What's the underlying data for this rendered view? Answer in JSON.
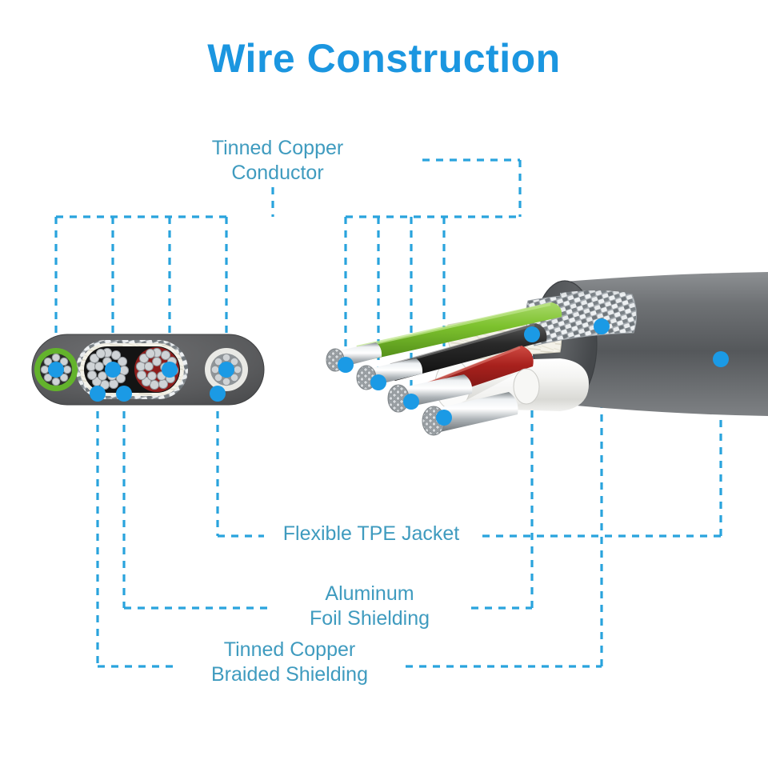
{
  "title": "Wire Construction",
  "theme": {
    "title_color": "#1b96e0",
    "label_color": "#3f9bbf",
    "leader_color": "#29a3dd",
    "marker_color": "#1b9ae5",
    "background": "#ffffff"
  },
  "labels": {
    "conductor": "Tinned Copper\nConductor",
    "tpe_jacket": "Flexible TPE Jacket",
    "foil_shielding": "Aluminum\nFoil Shielding",
    "braid_shielding": "Tinned Copper\nBraided Shielding"
  },
  "callouts": [
    {
      "name": "tinned-copper-conductor",
      "text": "Tinned Copper Conductor",
      "targets": 8
    },
    {
      "name": "flexible-tpe-jacket",
      "text": "Flexible TPE Jacket",
      "targets": 2
    },
    {
      "name": "aluminum-foil-shielding",
      "text": "Aluminum Foil Shielding",
      "targets": 2
    },
    {
      "name": "tinned-copper-braided-shielding",
      "text": "Tinned Copper Braided Shielding",
      "targets": 2
    }
  ],
  "cross_section": {
    "name": "cable-cross-section",
    "jacket_color": "#59595b",
    "wires": [
      {
        "name": "green-wire",
        "insulation": "#6cbb3c",
        "core": "tinned-copper-strands"
      },
      {
        "name": "black-wire",
        "insulation": "#1c1c1c",
        "core": "tinned-copper-strands"
      },
      {
        "name": "red-wire",
        "insulation": "#9e1f22",
        "core": "tinned-copper-strands"
      },
      {
        "name": "white-wire",
        "insulation": "#e8e8e4",
        "core": "tinned-copper-strands"
      }
    ],
    "shield_foil_color": "#ded9c8",
    "shield_braid_color": "#c9ccce"
  },
  "cable_3d": {
    "name": "cable-cutaway",
    "jacket_color": "#646567",
    "braid_color": "#b9bec2",
    "foil_color": "#f2efe6",
    "conductor_color": "#c8ccd0",
    "wires": [
      {
        "name": "green-wire",
        "color": "#79bf33"
      },
      {
        "name": "black-wire",
        "color": "#1a1a1a"
      },
      {
        "name": "red-wire",
        "color": "#a0211f"
      },
      {
        "name": "white-wire",
        "color": "#f3f3f1"
      }
    ]
  }
}
